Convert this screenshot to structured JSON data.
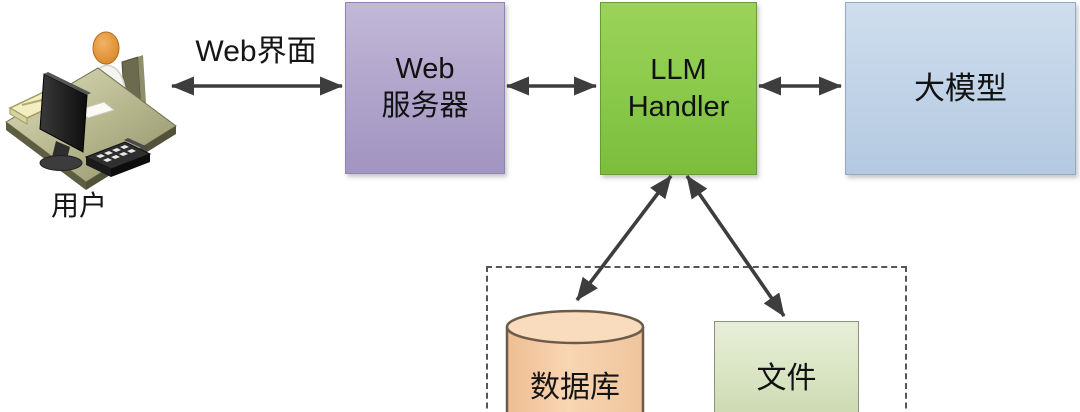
{
  "nodes": {
    "user": {
      "label": "用户"
    },
    "web_server": {
      "label_line1": "Web",
      "label_line2": "服务器",
      "fill": "#b2a7cc"
    },
    "llm_handler": {
      "label_line1": "LLM",
      "label_line2": "Handler",
      "fill": "#8ccb4c"
    },
    "large_model": {
      "label": "大模型",
      "fill": "#c2d4e8"
    },
    "database": {
      "label": "数据库",
      "fill": "#f6cda8"
    },
    "file": {
      "label": "文件",
      "fill": "#dce6c6"
    }
  },
  "edges": {
    "user_web_server_label": "Web界面"
  },
  "colors": {
    "arrow": "#3d3d3d",
    "dashed_border": "#565656"
  }
}
